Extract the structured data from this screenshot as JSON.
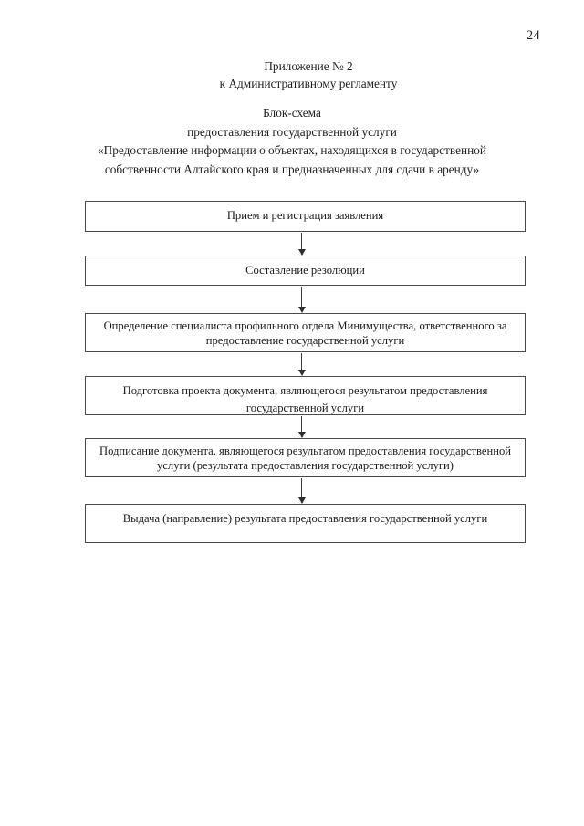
{
  "page": {
    "number": "24"
  },
  "appendix": {
    "line1": "Приложение № 2",
    "line2": "к Административному регламенту"
  },
  "title": {
    "line1": "Блок-схема",
    "line2": "предоставления государственной услуги",
    "line3": "«Предоставление информации о объектах, находящихся в государственной",
    "line4": "собственности Алтайского края и предназначенных для сдачи в аренду»"
  },
  "flowchart": {
    "nodes": [
      {
        "id": "node-1",
        "text": "Прием и регистрация заявления"
      },
      {
        "id": "node-2",
        "text": "Составление резолюции"
      },
      {
        "id": "node-3",
        "text": "Определение специалиста профильного отдела Минимущества, ответственного за предоставление государственной услуги"
      },
      {
        "id": "node-4",
        "text": "Подготовка проекта документа, являющегося результатом предоставления государственной услуги"
      },
      {
        "id": "node-5",
        "text": "Подписание документа, являющегося результатом предоставления государственной услуги (результата предоставления государственной услуги)"
      },
      {
        "id": "node-6",
        "text": "Выдача (направление) результата предоставления государственной услуги"
      }
    ],
    "connectors": [
      {
        "id": "arrow-1",
        "name": "arrow-node1-to-node2"
      },
      {
        "id": "arrow-2",
        "name": "arrow-node2-to-node3"
      },
      {
        "id": "arrow-3",
        "name": "arrow-node3-to-node4"
      },
      {
        "id": "arrow-4",
        "name": "arrow-node4-to-node5"
      },
      {
        "id": "arrow-5",
        "name": "arrow-node5-to-node6"
      }
    ]
  }
}
